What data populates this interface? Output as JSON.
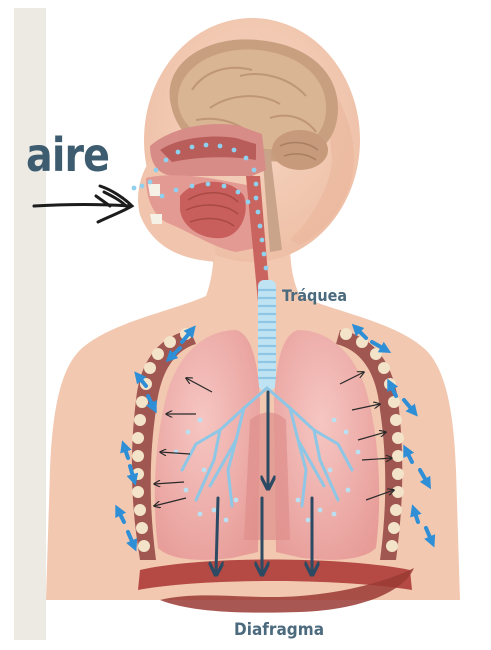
{
  "labels": {
    "air": "aire",
    "trachea": "Tráquea",
    "diaphragm": "Diafragma"
  },
  "colors": {
    "skin": "#f3cdb6",
    "skin_shadow": "#e9b59b",
    "lung": "#eda6a4",
    "lung_inner": "#f5c4c1",
    "airway_dots": "#8fd0ee",
    "bronchi": "#8ec7e6",
    "trachea": "#bfe3f2",
    "rib": "#f2e3c9",
    "diaphragm": "#b44a43",
    "blue_arrows": "#2e8ed6",
    "down_arrows": "#2c4a63",
    "label_text": "#3f5f72",
    "side_bar": "#eceae3"
  },
  "icons": [
    "air-inflow-arrow-icon",
    "rib-expansion-arrow-icon",
    "lung-expansion-arrow-icon",
    "air-flow-down-arrow-icon"
  ]
}
